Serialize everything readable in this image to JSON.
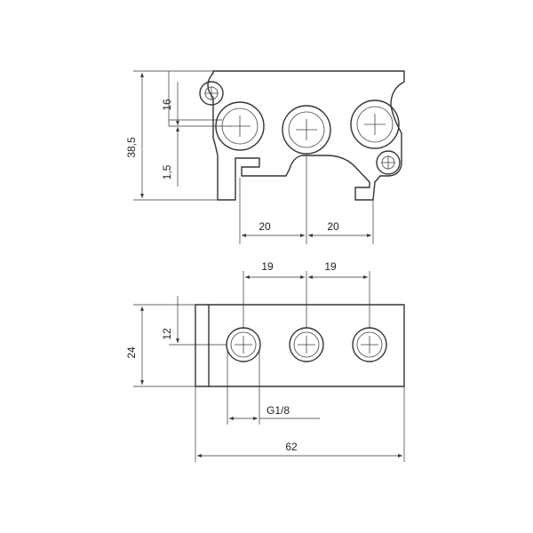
{
  "top_view": {
    "dim_height_total": "38,5",
    "dim_port_offset": "16",
    "dim_lower_offset": "1,5",
    "dim_spacing_left": "20",
    "dim_spacing_right": "20"
  },
  "front_view": {
    "dim_spacing_left": "19",
    "dim_spacing_right": "19",
    "dim_height": "24",
    "dim_center_height": "12",
    "dim_thread": "G1/8",
    "dim_length": "62"
  }
}
